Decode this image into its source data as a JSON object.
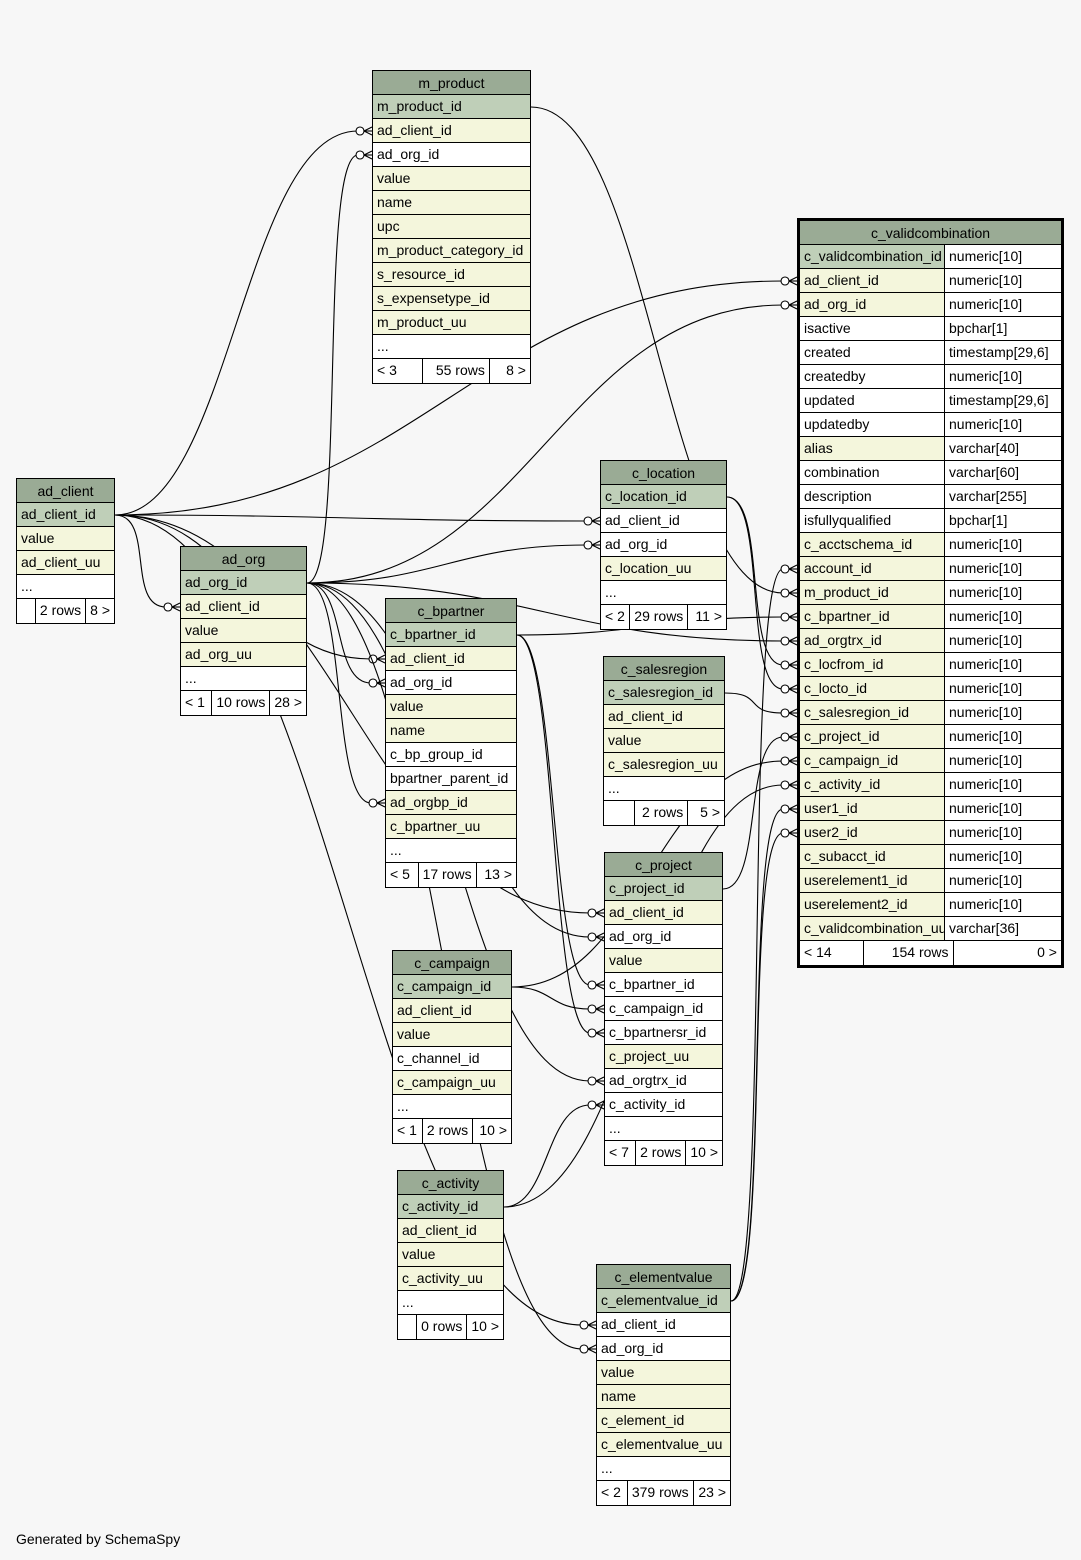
{
  "footer": "Generated by SchemaSpy",
  "colors": {
    "header": "#9aab95",
    "pk": "#bfcfb8",
    "indexed": "#f4f6dc",
    "plain": "#ffffff",
    "background": "#f7f7f7"
  },
  "tables": [
    {
      "id": "ad_client",
      "name": "ad_client",
      "columns": [
        {
          "name": "ad_client_id",
          "kind": "pk"
        },
        {
          "name": "value",
          "kind": "idx"
        },
        {
          "name": "ad_client_uu",
          "kind": "idx"
        },
        {
          "name": "...",
          "kind": "more"
        }
      ],
      "footer": {
        "prev": "",
        "rows": "2 rows",
        "next": "8 >"
      }
    },
    {
      "id": "ad_org",
      "name": "ad_org",
      "columns": [
        {
          "name": "ad_org_id",
          "kind": "pk"
        },
        {
          "name": "ad_client_id",
          "kind": "idx"
        },
        {
          "name": "value",
          "kind": "idx"
        },
        {
          "name": "ad_org_uu",
          "kind": "idx"
        },
        {
          "name": "...",
          "kind": "more"
        }
      ],
      "footer": {
        "prev": "< 1",
        "rows": "10 rows",
        "next": "28 >"
      }
    },
    {
      "id": "m_product",
      "name": "m_product",
      "columns": [
        {
          "name": "m_product_id",
          "kind": "pk"
        },
        {
          "name": "ad_client_id",
          "kind": "idx"
        },
        {
          "name": "ad_org_id",
          "kind": "plain"
        },
        {
          "name": "value",
          "kind": "idx"
        },
        {
          "name": "name",
          "kind": "idx"
        },
        {
          "name": "upc",
          "kind": "idx"
        },
        {
          "name": "m_product_category_id",
          "kind": "idx"
        },
        {
          "name": "s_resource_id",
          "kind": "idx"
        },
        {
          "name": "s_expensetype_id",
          "kind": "idx"
        },
        {
          "name": "m_product_uu",
          "kind": "idx"
        },
        {
          "name": "...",
          "kind": "more"
        }
      ],
      "footer": {
        "prev": "< 3",
        "rows": "55 rows",
        "next": "8 >"
      }
    },
    {
      "id": "c_bpartner",
      "name": "c_bpartner",
      "columns": [
        {
          "name": "c_bpartner_id",
          "kind": "pk"
        },
        {
          "name": "ad_client_id",
          "kind": "idx"
        },
        {
          "name": "ad_org_id",
          "kind": "plain"
        },
        {
          "name": "value",
          "kind": "idx"
        },
        {
          "name": "name",
          "kind": "idx"
        },
        {
          "name": "c_bp_group_id",
          "kind": "plain"
        },
        {
          "name": "bpartner_parent_id",
          "kind": "plain"
        },
        {
          "name": "ad_orgbp_id",
          "kind": "idx"
        },
        {
          "name": "c_bpartner_uu",
          "kind": "idx"
        },
        {
          "name": "...",
          "kind": "more"
        }
      ],
      "footer": {
        "prev": "< 5",
        "rows": "17 rows",
        "next": "13 >"
      }
    },
    {
      "id": "c_location",
      "name": "c_location",
      "columns": [
        {
          "name": "c_location_id",
          "kind": "pk"
        },
        {
          "name": "ad_client_id",
          "kind": "plain"
        },
        {
          "name": "ad_org_id",
          "kind": "plain"
        },
        {
          "name": "c_location_uu",
          "kind": "idx"
        },
        {
          "name": "...",
          "kind": "more"
        }
      ],
      "footer": {
        "prev": "< 2",
        "rows": "29 rows",
        "next": "11 >"
      }
    },
    {
      "id": "c_salesregion",
      "name": "c_salesregion",
      "columns": [
        {
          "name": "c_salesregion_id",
          "kind": "pk"
        },
        {
          "name": "ad_client_id",
          "kind": "idx"
        },
        {
          "name": "value",
          "kind": "idx"
        },
        {
          "name": "c_salesregion_uu",
          "kind": "idx"
        },
        {
          "name": "...",
          "kind": "more"
        }
      ],
      "footer": {
        "prev": "",
        "rows": "2 rows",
        "next": "5 >"
      }
    },
    {
      "id": "c_project",
      "name": "c_project",
      "columns": [
        {
          "name": "c_project_id",
          "kind": "pk"
        },
        {
          "name": "ad_client_id",
          "kind": "idx"
        },
        {
          "name": "ad_org_id",
          "kind": "plain"
        },
        {
          "name": "value",
          "kind": "idx"
        },
        {
          "name": "c_bpartner_id",
          "kind": "plain"
        },
        {
          "name": "c_campaign_id",
          "kind": "plain"
        },
        {
          "name": "c_bpartnersr_id",
          "kind": "plain"
        },
        {
          "name": "c_project_uu",
          "kind": "idx"
        },
        {
          "name": "ad_orgtrx_id",
          "kind": "plain"
        },
        {
          "name": "c_activity_id",
          "kind": "plain"
        },
        {
          "name": "...",
          "kind": "more"
        }
      ],
      "footer": {
        "prev": "< 7",
        "rows": "2 rows",
        "next": "10 >"
      }
    },
    {
      "id": "c_campaign",
      "name": "c_campaign",
      "columns": [
        {
          "name": "c_campaign_id",
          "kind": "pk"
        },
        {
          "name": "ad_client_id",
          "kind": "idx"
        },
        {
          "name": "value",
          "kind": "idx"
        },
        {
          "name": "c_channel_id",
          "kind": "plain"
        },
        {
          "name": "c_campaign_uu",
          "kind": "idx"
        },
        {
          "name": "...",
          "kind": "more"
        }
      ],
      "footer": {
        "prev": "< 1",
        "rows": "2 rows",
        "next": "10 >"
      }
    },
    {
      "id": "c_activity",
      "name": "c_activity",
      "columns": [
        {
          "name": "c_activity_id",
          "kind": "pk"
        },
        {
          "name": "ad_client_id",
          "kind": "idx"
        },
        {
          "name": "value",
          "kind": "idx"
        },
        {
          "name": "c_activity_uu",
          "kind": "idx"
        },
        {
          "name": "...",
          "kind": "more"
        }
      ],
      "footer": {
        "prev": "",
        "rows": "0 rows",
        "next": "10 >"
      }
    },
    {
      "id": "c_elementvalue",
      "name": "c_elementvalue",
      "columns": [
        {
          "name": "c_elementvalue_id",
          "kind": "pk"
        },
        {
          "name": "ad_client_id",
          "kind": "plain"
        },
        {
          "name": "ad_org_id",
          "kind": "plain"
        },
        {
          "name": "value",
          "kind": "idx"
        },
        {
          "name": "name",
          "kind": "idx"
        },
        {
          "name": "c_element_id",
          "kind": "idx"
        },
        {
          "name": "c_elementvalue_uu",
          "kind": "idx"
        },
        {
          "name": "...",
          "kind": "more"
        }
      ],
      "footer": {
        "prev": "< 2",
        "rows": "379 rows",
        "next": "23 >"
      }
    },
    {
      "id": "c_validcombination",
      "name": "c_validcombination",
      "focus": true,
      "columns": [
        {
          "name": "c_validcombination_id",
          "type": "numeric[10]",
          "kind": "pk"
        },
        {
          "name": "ad_client_id",
          "type": "numeric[10]",
          "kind": "idx"
        },
        {
          "name": "ad_org_id",
          "type": "numeric[10]",
          "kind": "idx"
        },
        {
          "name": "isactive",
          "type": "bpchar[1]",
          "kind": "plain"
        },
        {
          "name": "created",
          "type": "timestamp[29,6]",
          "kind": "plain"
        },
        {
          "name": "createdby",
          "type": "numeric[10]",
          "kind": "plain"
        },
        {
          "name": "updated",
          "type": "timestamp[29,6]",
          "kind": "plain"
        },
        {
          "name": "updatedby",
          "type": "numeric[10]",
          "kind": "plain"
        },
        {
          "name": "alias",
          "type": "varchar[40]",
          "kind": "idx"
        },
        {
          "name": "combination",
          "type": "varchar[60]",
          "kind": "plain"
        },
        {
          "name": "description",
          "type": "varchar[255]",
          "kind": "plain"
        },
        {
          "name": "isfullyqualified",
          "type": "bpchar[1]",
          "kind": "plain"
        },
        {
          "name": "c_acctschema_id",
          "type": "numeric[10]",
          "kind": "idx"
        },
        {
          "name": "account_id",
          "type": "numeric[10]",
          "kind": "idx"
        },
        {
          "name": "m_product_id",
          "type": "numeric[10]",
          "kind": "idx"
        },
        {
          "name": "c_bpartner_id",
          "type": "numeric[10]",
          "kind": "idx"
        },
        {
          "name": "ad_orgtrx_id",
          "type": "numeric[10]",
          "kind": "idx"
        },
        {
          "name": "c_locfrom_id",
          "type": "numeric[10]",
          "kind": "idx"
        },
        {
          "name": "c_locto_id",
          "type": "numeric[10]",
          "kind": "idx"
        },
        {
          "name": "c_salesregion_id",
          "type": "numeric[10]",
          "kind": "idx"
        },
        {
          "name": "c_project_id",
          "type": "numeric[10]",
          "kind": "idx"
        },
        {
          "name": "c_campaign_id",
          "type": "numeric[10]",
          "kind": "idx"
        },
        {
          "name": "c_activity_id",
          "type": "numeric[10]",
          "kind": "idx"
        },
        {
          "name": "user1_id",
          "type": "numeric[10]",
          "kind": "idx"
        },
        {
          "name": "user2_id",
          "type": "numeric[10]",
          "kind": "idx"
        },
        {
          "name": "c_subacct_id",
          "type": "numeric[10]",
          "kind": "idx"
        },
        {
          "name": "userelement1_id",
          "type": "numeric[10]",
          "kind": "idx"
        },
        {
          "name": "userelement2_id",
          "type": "numeric[10]",
          "kind": "idx"
        },
        {
          "name": "c_validcombination_uu",
          "type": "varchar[36]",
          "kind": "idx"
        }
      ],
      "footer": {
        "prev": "< 14",
        "rows": "154 rows",
        "next": "0 >"
      }
    }
  ],
  "relationships": [
    [
      "ad_client.ad_client_id",
      "m_product.ad_client_id"
    ],
    [
      "ad_org.ad_org_id",
      "m_product.ad_org_id"
    ],
    [
      "ad_client.ad_client_id",
      "ad_org.ad_client_id"
    ],
    [
      "ad_client.ad_client_id",
      "c_validcombination.ad_client_id"
    ],
    [
      "ad_org.ad_org_id",
      "c_validcombination.ad_org_id"
    ],
    [
      "ad_client.ad_client_id",
      "c_bpartner.ad_client_id"
    ],
    [
      "ad_org.ad_org_id",
      "c_bpartner.ad_org_id"
    ],
    [
      "ad_org.ad_org_id",
      "c_bpartner.ad_orgbp_id"
    ],
    [
      "ad_client.ad_client_id",
      "c_location.ad_client_id"
    ],
    [
      "ad_org.ad_org_id",
      "c_location.ad_org_id"
    ],
    [
      "ad_client.ad_client_id",
      "c_project.ad_client_id"
    ],
    [
      "ad_org.ad_org_id",
      "c_project.ad_org_id"
    ],
    [
      "ad_org.ad_org_id",
      "c_project.ad_orgtrx_id"
    ],
    [
      "ad_client.ad_client_id",
      "c_elementvalue.ad_client_id"
    ],
    [
      "ad_org.ad_org_id",
      "c_elementvalue.ad_org_id"
    ],
    [
      "m_product.m_product_id",
      "c_validcombination.m_product_id"
    ],
    [
      "c_bpartner.c_bpartner_id",
      "c_project.c_bpartner_id"
    ],
    [
      "c_bpartner.c_bpartner_id",
      "c_project.c_bpartnersr_id"
    ],
    [
      "c_bpartner.c_bpartner_id",
      "c_validcombination.c_bpartner_id"
    ],
    [
      "c_location.c_location_id",
      "c_validcombination.c_locfrom_id"
    ],
    [
      "c_location.c_location_id",
      "c_validcombination.c_locto_id"
    ],
    [
      "c_salesregion.c_salesregion_id",
      "c_validcombination.c_salesregion_id"
    ],
    [
      "c_project.c_project_id",
      "c_validcombination.c_project_id"
    ],
    [
      "c_campaign.c_campaign_id",
      "c_project.c_campaign_id"
    ],
    [
      "c_campaign.c_campaign_id",
      "c_validcombination.c_campaign_id"
    ],
    [
      "c_activity.c_activity_id",
      "c_project.c_activity_id"
    ],
    [
      "c_activity.c_activity_id",
      "c_validcombination.c_activity_id"
    ],
    [
      "c_elementvalue.c_elementvalue_id",
      "c_validcombination.account_id"
    ],
    [
      "c_elementvalue.c_elementvalue_id",
      "c_validcombination.user1_id"
    ],
    [
      "c_elementvalue.c_elementvalue_id",
      "c_validcombination.user2_id"
    ],
    [
      "ad_org.ad_org_id",
      "c_validcombination.ad_orgtrx_id"
    ]
  ]
}
